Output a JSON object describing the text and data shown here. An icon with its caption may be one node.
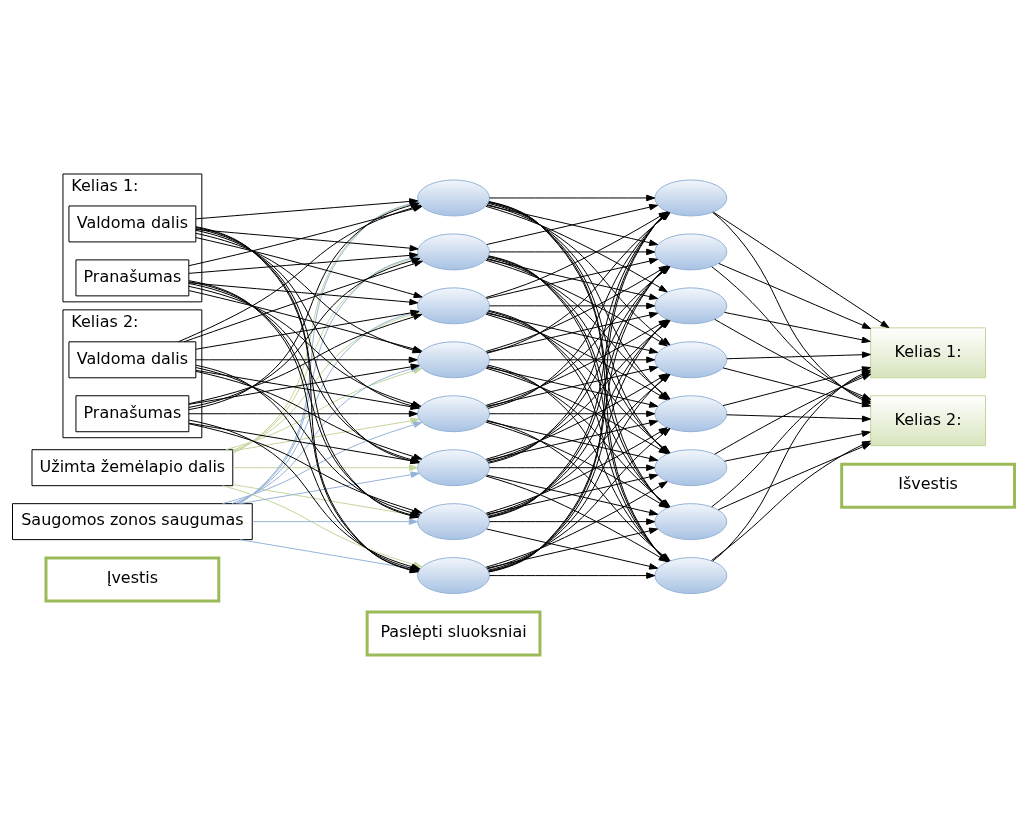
{
  "diagram": {
    "nodes": [
      {
        "text": [
          "Įvestis"
        ]
      },
      {
        "text": [
          "Paslėpti sluoksniai"
        ]
      },
      {
        "text": [
          "Išvestis"
        ]
      },
      {
        "text": [
          "Užimta žemėlapio dalis"
        ]
      },
      {
        "text": [
          "Saugomos zonos saugumas"
        ]
      },
      {
        "text": [
          "Kelias 1:"
        ]
      },
      {
        "text": [
          "Valdoma dalis"
        ],
        "in": 5
      },
      {
        "text": [
          "Pranašumas"
        ],
        "in": 5
      },
      {
        "text": [
          "Kelias 2:"
        ]
      },
      {
        "text": [
          "Valdoma dalis"
        ],
        "in": 8
      },
      {
        "text": [
          "Pranašumas"
        ],
        "in": 8
      },
      {
        "text": [],
        "shape": "ellipse"
      },
      {
        "text": [],
        "shape": "ellipse"
      },
      {
        "text": [],
        "shape": "ellipse"
      },
      {
        "text": [],
        "shape": "ellipse"
      },
      {
        "text": [],
        "shape": "ellipse"
      },
      {
        "text": [],
        "shape": "ellipse"
      },
      {
        "text": [],
        "shape": "ellipse"
      },
      {
        "text": [],
        "shape": "ellipse"
      },
      {
        "text": [],
        "shape": "ellipse"
      },
      {
        "text": [],
        "shape": "ellipse"
      },
      {
        "text": [],
        "shape": "ellipse"
      },
      {
        "text": [],
        "shape": "ellipse"
      },
      {
        "text": [],
        "shape": "ellipse"
      },
      {
        "text": [],
        "shape": "ellipse"
      },
      {
        "text": [],
        "shape": "ellipse"
      },
      {
        "text": [],
        "shape": "ellipse"
      },
      {
        "text": [
          "Kelias 1:"
        ]
      },
      {
        "text": [
          "Kelias 2:"
        ]
      }
    ],
    "edges": [
      {
        "from": 3,
        "to": 11,
        "arrow": "to",
        "color": "#c3d69b"
      },
      {
        "from": 3,
        "to": 12,
        "arrow": "to",
        "color": "#c3d69b"
      },
      {
        "from": 3,
        "to": 13,
        "arrow": "to",
        "color": "#c3d69b"
      },
      {
        "from": 3,
        "to": 14,
        "arrow": "to",
        "color": "#c3d69b"
      },
      {
        "from": 3,
        "to": 15,
        "arrow": "to",
        "color": "#c3d69b"
      },
      {
        "from": 3,
        "to": 16,
        "arrow": "to",
        "color": "#c3d69b"
      },
      {
        "from": 3,
        "to": 17,
        "arrow": "to",
        "color": "#c3d69b"
      },
      {
        "from": 3,
        "to": 18,
        "arrow": "to",
        "color": "#c3d69b"
      },
      {
        "from": 4,
        "to": 11,
        "arrow": "to",
        "color": "#95b3d7"
      },
      {
        "from": 4,
        "to": 12,
        "arrow": "to",
        "color": "#95b3d7"
      },
      {
        "from": 4,
        "to": 13,
        "arrow": "to",
        "color": "#95b3d7"
      },
      {
        "from": 4,
        "to": 14,
        "arrow": "to",
        "color": "#95b3d7"
      },
      {
        "from": 4,
        "to": 15,
        "arrow": "to",
        "color": "#95b3d7"
      },
      {
        "from": 4,
        "to": 16,
        "arrow": "to",
        "color": "#95b3d7"
      },
      {
        "from": 4,
        "to": 17,
        "arrow": "to",
        "color": "#95b3d7"
      },
      {
        "from": 4,
        "to": 18,
        "arrow": "to",
        "color": "#95b3d7"
      },
      {
        "from": 6,
        "to": 11,
        "arrow": "to"
      },
      {
        "from": 6,
        "to": 12,
        "arrow": "to"
      },
      {
        "from": 6,
        "to": 13,
        "arrow": "to"
      },
      {
        "from": 6,
        "to": 14,
        "arrow": "to"
      },
      {
        "from": 6,
        "to": 15,
        "arrow": "to"
      },
      {
        "from": 6,
        "to": 16,
        "arrow": "to"
      },
      {
        "from": 6,
        "to": 17,
        "arrow": "to"
      },
      {
        "from": 6,
        "to": 18,
        "arrow": "to"
      },
      {
        "from": 7,
        "to": 11,
        "arrow": "to"
      },
      {
        "from": 7,
        "to": 12,
        "arrow": "to"
      },
      {
        "from": 7,
        "to": 13,
        "arrow": "to"
      },
      {
        "from": 7,
        "to": 14,
        "arrow": "to"
      },
      {
        "from": 7,
        "to": 15,
        "arrow": "to"
      },
      {
        "from": 7,
        "to": 16,
        "arrow": "to"
      },
      {
        "from": 7,
        "to": 17,
        "arrow": "to"
      },
      {
        "from": 7,
        "to": 18,
        "arrow": "to"
      },
      {
        "from": 9,
        "to": 11,
        "arrow": "to"
      },
      {
        "from": 9,
        "to": 12,
        "arrow": "to"
      },
      {
        "from": 9,
        "to": 13,
        "arrow": "to"
      },
      {
        "from": 9,
        "to": 14,
        "arrow": "to"
      },
      {
        "from": 9,
        "to": 15,
        "arrow": "to"
      },
      {
        "from": 9,
        "to": 16,
        "arrow": "to"
      },
      {
        "from": 9,
        "to": 17,
        "arrow": "to"
      },
      {
        "from": 9,
        "to": 18,
        "arrow": "to"
      },
      {
        "from": 10,
        "to": 11,
        "arrow": "to"
      },
      {
        "from": 10,
        "to": 12,
        "arrow": "to"
      },
      {
        "from": 10,
        "to": 13,
        "arrow": "to"
      },
      {
        "from": 10,
        "to": 14,
        "arrow": "to"
      },
      {
        "from": 10,
        "to": 15,
        "arrow": "to"
      },
      {
        "from": 10,
        "to": 16,
        "arrow": "to"
      },
      {
        "from": 10,
        "to": 17,
        "arrow": "to"
      },
      {
        "from": 10,
        "to": 18,
        "arrow": "to"
      },
      {
        "from": 11,
        "to": 19,
        "arrow": "to"
      },
      {
        "from": 11,
        "to": 20,
        "arrow": "to"
      },
      {
        "from": 11,
        "to": 21,
        "arrow": "to"
      },
      {
        "from": 11,
        "to": 22,
        "arrow": "to"
      },
      {
        "from": 11,
        "to": 23,
        "arrow": "to"
      },
      {
        "from": 11,
        "to": 24,
        "arrow": "to"
      },
      {
        "from": 11,
        "to": 25,
        "arrow": "to"
      },
      {
        "from": 11,
        "to": 26,
        "arrow": "to"
      },
      {
        "from": 12,
        "to": 19,
        "arrow": "to"
      },
      {
        "from": 12,
        "to": 20,
        "arrow": "to"
      },
      {
        "from": 12,
        "to": 21,
        "arrow": "to"
      },
      {
        "from": 12,
        "to": 22,
        "arrow": "to"
      },
      {
        "from": 12,
        "to": 23,
        "arrow": "to"
      },
      {
        "from": 12,
        "to": 24,
        "arrow": "to"
      },
      {
        "from": 12,
        "to": 25,
        "arrow": "to"
      },
      {
        "from": 12,
        "to": 26,
        "arrow": "to"
      },
      {
        "from": 13,
        "to": 19,
        "arrow": "to"
      },
      {
        "from": 13,
        "to": 20,
        "arrow": "to"
      },
      {
        "from": 13,
        "to": 21,
        "arrow": "to"
      },
      {
        "from": 13,
        "to": 22,
        "arrow": "to"
      },
      {
        "from": 13,
        "to": 23,
        "arrow": "to"
      },
      {
        "from": 13,
        "to": 24,
        "arrow": "to"
      },
      {
        "from": 13,
        "to": 25,
        "arrow": "to"
      },
      {
        "from": 13,
        "to": 26,
        "arrow": "to"
      },
      {
        "from": 14,
        "to": 19,
        "arrow": "to"
      },
      {
        "from": 14,
        "to": 20,
        "arrow": "to"
      },
      {
        "from": 14,
        "to": 21,
        "arrow": "to"
      },
      {
        "from": 14,
        "to": 22,
        "arrow": "to"
      },
      {
        "from": 14,
        "to": 23,
        "arrow": "to"
      },
      {
        "from": 14,
        "to": 24,
        "arrow": "to"
      },
      {
        "from": 14,
        "to": 25,
        "arrow": "to"
      },
      {
        "from": 14,
        "to": 26,
        "arrow": "to"
      },
      {
        "from": 15,
        "to": 19,
        "arrow": "to"
      },
      {
        "from": 15,
        "to": 20,
        "arrow": "to"
      },
      {
        "from": 15,
        "to": 21,
        "arrow": "to"
      },
      {
        "from": 15,
        "to": 22,
        "arrow": "to"
      },
      {
        "from": 15,
        "to": 23,
        "arrow": "to"
      },
      {
        "from": 15,
        "to": 24,
        "arrow": "to"
      },
      {
        "from": 15,
        "to": 25,
        "arrow": "to"
      },
      {
        "from": 15,
        "to": 26,
        "arrow": "to"
      },
      {
        "from": 16,
        "to": 19,
        "arrow": "to"
      },
      {
        "from": 16,
        "to": 20,
        "arrow": "to"
      },
      {
        "from": 16,
        "to": 21,
        "arrow": "to"
      },
      {
        "from": 16,
        "to": 22,
        "arrow": "to"
      },
      {
        "from": 16,
        "to": 23,
        "arrow": "to"
      },
      {
        "from": 16,
        "to": 24,
        "arrow": "to"
      },
      {
        "from": 16,
        "to": 25,
        "arrow": "to"
      },
      {
        "from": 16,
        "to": 26,
        "arrow": "to"
      },
      {
        "from": 17,
        "to": 19,
        "arrow": "to"
      },
      {
        "from": 17,
        "to": 20,
        "arrow": "to"
      },
      {
        "from": 17,
        "to": 21,
        "arrow": "to"
      },
      {
        "from": 17,
        "to": 22,
        "arrow": "to"
      },
      {
        "from": 17,
        "to": 23,
        "arrow": "to"
      },
      {
        "from": 17,
        "to": 24,
        "arrow": "to"
      },
      {
        "from": 17,
        "to": 25,
        "arrow": "to"
      },
      {
        "from": 17,
        "to": 26,
        "arrow": "to"
      },
      {
        "from": 18,
        "to": 19,
        "arrow": "to"
      },
      {
        "from": 18,
        "to": 20,
        "arrow": "to"
      },
      {
        "from": 18,
        "to": 21,
        "arrow": "to"
      },
      {
        "from": 18,
        "to": 22,
        "arrow": "to"
      },
      {
        "from": 18,
        "to": 23,
        "arrow": "to"
      },
      {
        "from": 18,
        "to": 24,
        "arrow": "to"
      },
      {
        "from": 18,
        "to": 25,
        "arrow": "to"
      },
      {
        "from": 18,
        "to": 26,
        "arrow": "to"
      },
      {
        "from": 19,
        "to": 27,
        "arrow": "to"
      },
      {
        "from": 19,
        "to": 28,
        "arrow": "to"
      },
      {
        "from": 20,
        "to": 27,
        "arrow": "to"
      },
      {
        "from": 20,
        "to": 28,
        "arrow": "to"
      },
      {
        "from": 21,
        "to": 27,
        "arrow": "to"
      },
      {
        "from": 21,
        "to": 28,
        "arrow": "to"
      },
      {
        "from": 22,
        "to": 27,
        "arrow": "to"
      },
      {
        "from": 22,
        "to": 28,
        "arrow": "to"
      },
      {
        "from": 23,
        "to": 27,
        "arrow": "to"
      },
      {
        "from": 23,
        "to": 28,
        "arrow": "to"
      },
      {
        "from": 24,
        "to": 27,
        "arrow": "to"
      },
      {
        "from": 24,
        "to": 28,
        "arrow": "to"
      },
      {
        "from": 25,
        "to": 27,
        "arrow": "to"
      },
      {
        "from": 25,
        "to": 28,
        "arrow": "to"
      },
      {
        "from": 26,
        "to": 27,
        "arrow": "to"
      },
      {
        "from": 26,
        "to": 28,
        "arrow": "to"
      }
    ]
  }
}
